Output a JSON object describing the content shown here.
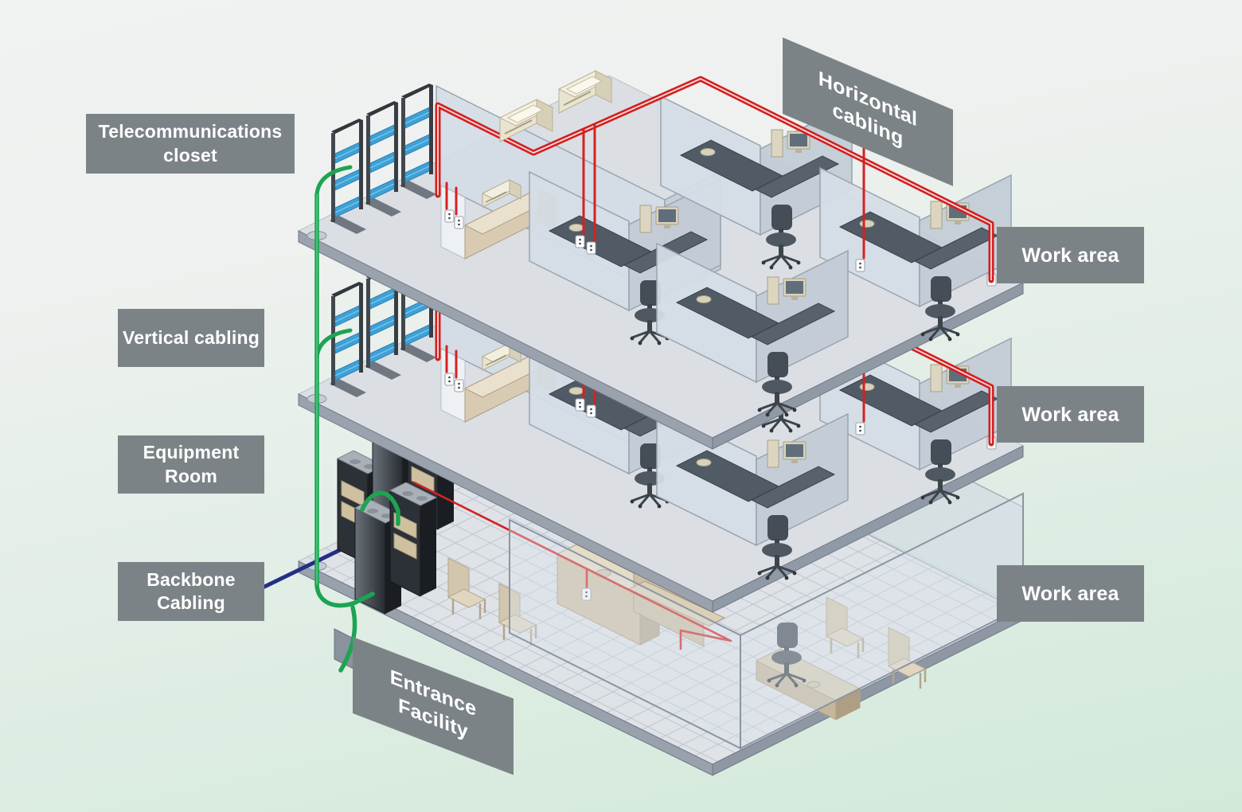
{
  "callouts": {
    "telecom_closet": {
      "text": "Telecommunications closet"
    },
    "vertical_cabling": {
      "text": "Vertical cabling"
    },
    "equipment_room": {
      "text": "Equipment Room"
    },
    "backbone_cabling": {
      "text": "Backbone Cabling"
    },
    "entrance_facility": {
      "text": "Entrance Facility"
    },
    "horizontal_cabling": {
      "text": "Horizontal cabling"
    },
    "work_area_top": {
      "text": "Work area"
    },
    "work_area_middle": {
      "text": "Work area"
    },
    "work_area_ground": {
      "text": "Work area"
    }
  },
  "cables": {
    "horizontal": {
      "label": "Horizontal cabling",
      "color": "#d32020"
    },
    "vertical": {
      "label": "Vertical cabling",
      "color": "#1da452"
    },
    "backbone": {
      "label": "Backbone Cabling",
      "color": "#232f85"
    }
  },
  "style": {
    "label_bg": "#7c8387",
    "label_text": "#ffffff",
    "background_top": "#f0f1f1",
    "background_bottom": "#d2e9da",
    "floor_slab": "#dbdfe4",
    "wall": "#d3dce5",
    "rack_equipment": "#3da0d6"
  }
}
